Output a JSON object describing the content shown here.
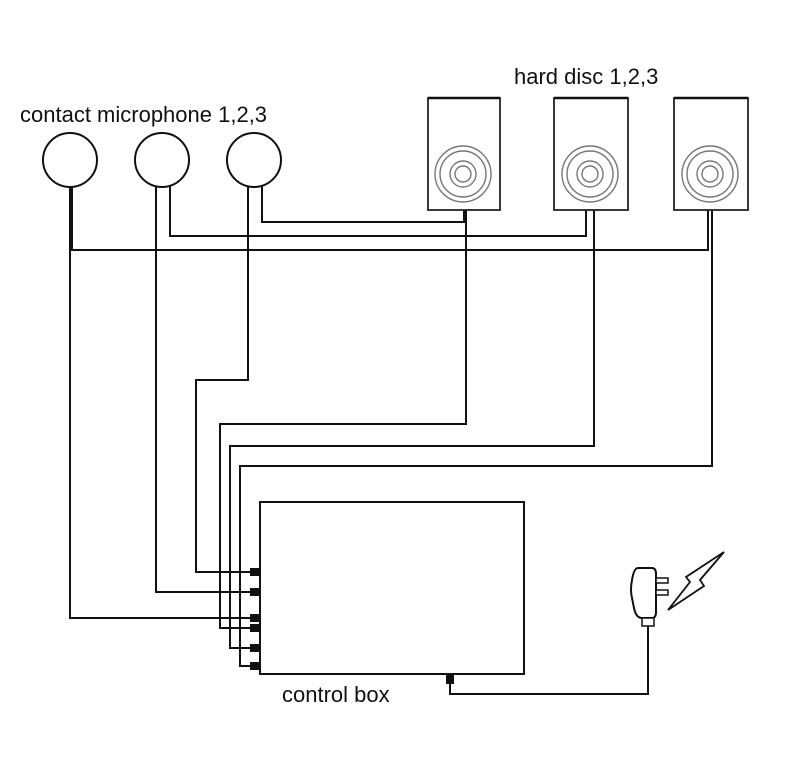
{
  "diagram": {
    "title": "",
    "labels": {
      "microphones": "contact microphone 1,2,3",
      "discs": "hard disc 1,2,3",
      "control_box": "control box"
    },
    "nodes": [
      {
        "id": "mic1",
        "kind": "contact-microphone"
      },
      {
        "id": "mic2",
        "kind": "contact-microphone"
      },
      {
        "id": "mic3",
        "kind": "contact-microphone"
      },
      {
        "id": "disc1",
        "kind": "hard-disc-speaker"
      },
      {
        "id": "disc2",
        "kind": "hard-disc-speaker"
      },
      {
        "id": "disc3",
        "kind": "hard-disc-speaker"
      },
      {
        "id": "controlbox",
        "kind": "control-box"
      },
      {
        "id": "power",
        "kind": "power-adapter"
      }
    ],
    "connections": [
      {
        "from": "mic1",
        "to": "disc3"
      },
      {
        "from": "mic2",
        "to": "disc2"
      },
      {
        "from": "mic3",
        "to": "disc1"
      },
      {
        "from": "mic1",
        "to": "controlbox"
      },
      {
        "from": "mic2",
        "to": "controlbox"
      },
      {
        "from": "mic3",
        "to": "controlbox"
      },
      {
        "from": "disc1",
        "to": "controlbox"
      },
      {
        "from": "disc2",
        "to": "controlbox"
      },
      {
        "from": "disc3",
        "to": "controlbox"
      },
      {
        "from": "controlbox",
        "to": "power"
      }
    ],
    "colors": {
      "line": "#111111",
      "background": "#ffffff",
      "cone": "#777777"
    },
    "icons": {
      "power": "power-adapter-icon",
      "lightning": "lightning-bolt-icon"
    }
  }
}
